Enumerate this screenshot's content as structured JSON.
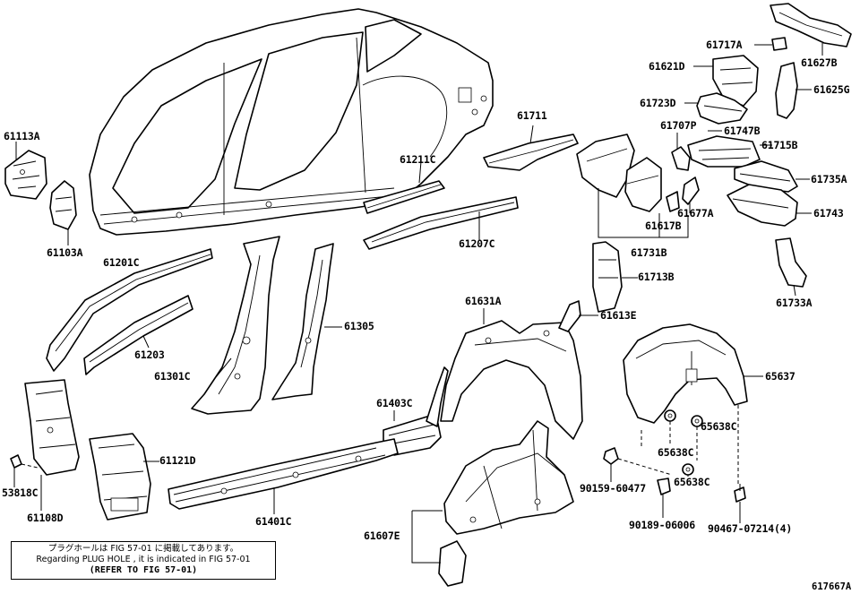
{
  "labels": {
    "p61113A": "61113A",
    "p61103A": "61103A",
    "p61201C": "61201C",
    "p61203": "61203",
    "p61301C": "61301C",
    "p61305": "61305",
    "p61211C": "61211C",
    "p61207C": "61207C",
    "p61711": "61711",
    "p61631A": "61631A",
    "p61613E": "61613E",
    "p61713B": "61713B",
    "p61731B": "61731B",
    "p61617B": "61617B",
    "p61677A": "61677A",
    "p61707P": "61707P",
    "p61747B": "61747B",
    "p61715B": "61715B",
    "p61735A": "61735A",
    "p61743": "61743",
    "p61733A": "61733A",
    "p61717A": "61717A",
    "p61627B": "61627B",
    "p61621D": "61621D",
    "p61625G": "61625G",
    "p61723D": "61723D",
    "p65637": "65637",
    "p65638C_a": "65638C",
    "p65638C_b": "65638C",
    "p65638C_c": "65638C",
    "p90159": "90159-60477",
    "p90189": "90189-06006",
    "p90467": "90467-07214(4)",
    "p61403C": "61403C",
    "p61401C": "61401C",
    "p61607E": "61607E",
    "p61121D": "61121D",
    "p61108D": "61108D",
    "p53818C": "53818C"
  },
  "note": {
    "japanese": "プラグホールは FIG 57-01 に掲載してあります。",
    "english": "Regarding  PLUG HOLE , it is indicated in FIG 57-01",
    "refer": "(REFER TO FIG 57-01)"
  },
  "figure_id": "617667A"
}
